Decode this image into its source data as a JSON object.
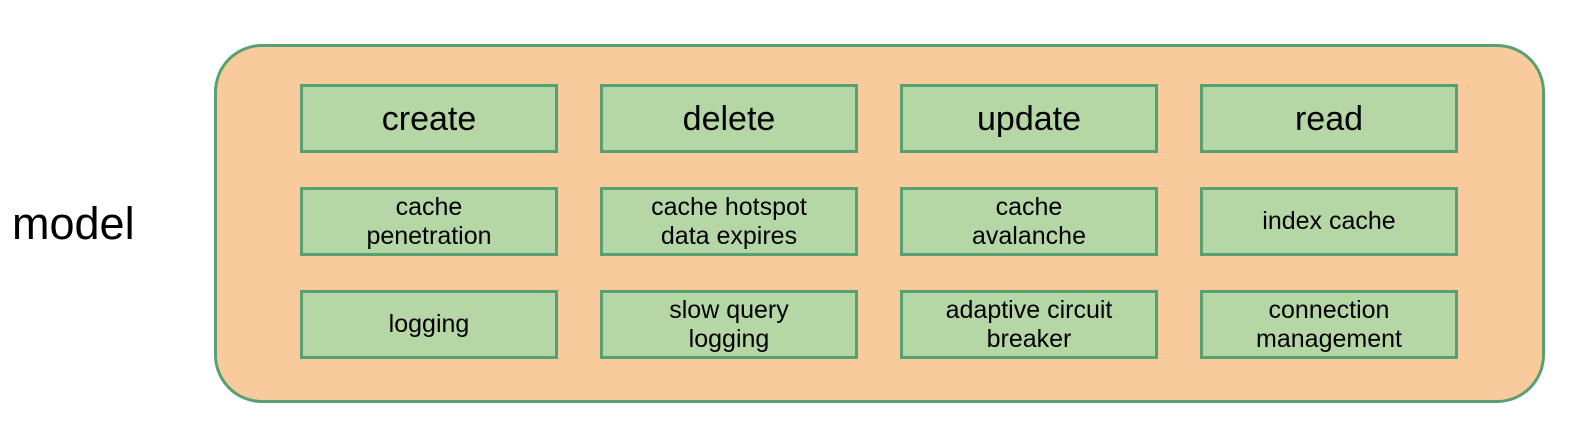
{
  "diagram": {
    "side_label": "model",
    "colors": {
      "container_fill": "#f9cb9c",
      "container_border": "#56a072",
      "node_fill": "#b5d7a6",
      "node_border": "#56a072",
      "text": "#000000"
    },
    "grid": {
      "rows": [
        {
          "cells": [
            "create",
            "delete",
            "update",
            "read"
          ]
        },
        {
          "cells": [
            "cache\npenetration",
            "cache hotspot\ndata expires",
            "cache\navalanche",
            "index cache"
          ]
        },
        {
          "cells": [
            "logging",
            "slow query\nlogging",
            "adaptive circuit\nbreaker",
            "connection\nmanagement"
          ]
        }
      ]
    }
  }
}
